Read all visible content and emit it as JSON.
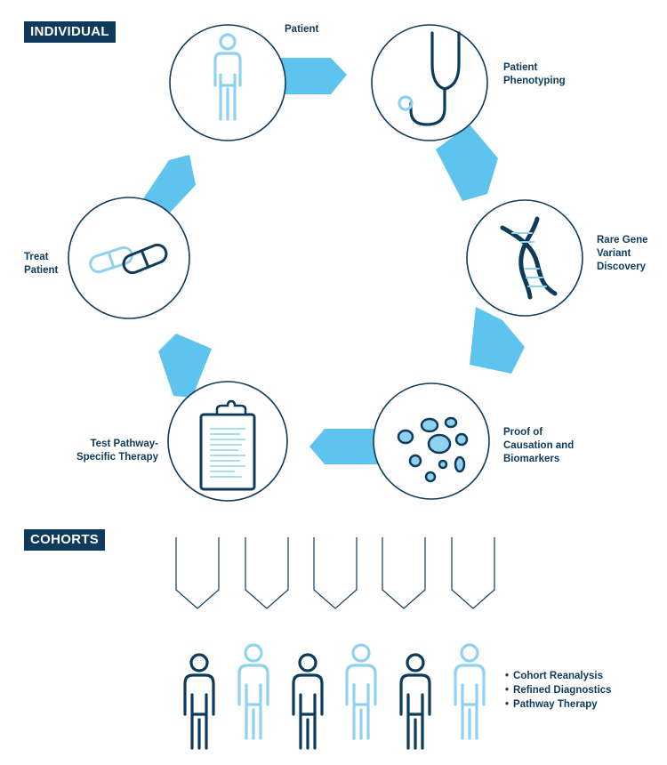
{
  "sections": {
    "individual": "INDIVIDUAL",
    "cohorts": "COHORTS"
  },
  "cycle": [
    {
      "id": "patient",
      "lines": [
        "Patient"
      ],
      "icon": "person-icon"
    },
    {
      "id": "phenotyping",
      "lines": [
        "Patient",
        "Phenotyping"
      ],
      "icon": "stethoscope-icon"
    },
    {
      "id": "variant",
      "lines": [
        "Rare Gene",
        "Variant",
        "Discovery"
      ],
      "icon": "dna-icon"
    },
    {
      "id": "causation",
      "lines": [
        "Proof of",
        "Causation and",
        "Biomarkers"
      ],
      "icon": "cells-icon"
    },
    {
      "id": "therapy",
      "lines": [
        "Test Pathway-",
        "Specific Therapy"
      ],
      "icon": "clipboard-icon"
    },
    {
      "id": "treat",
      "lines": [
        "Treat",
        "Patient"
      ],
      "icon": "capsule-icon"
    }
  ],
  "cohort_outcomes": [
    "Cohort Reanalysis",
    "Refined Diagnostics",
    "Pathway Therapy"
  ],
  "colors": {
    "navy": "#0e3a5c",
    "light_blue": "#8fd2ee",
    "arrow_blue": "#5ec3ef"
  }
}
